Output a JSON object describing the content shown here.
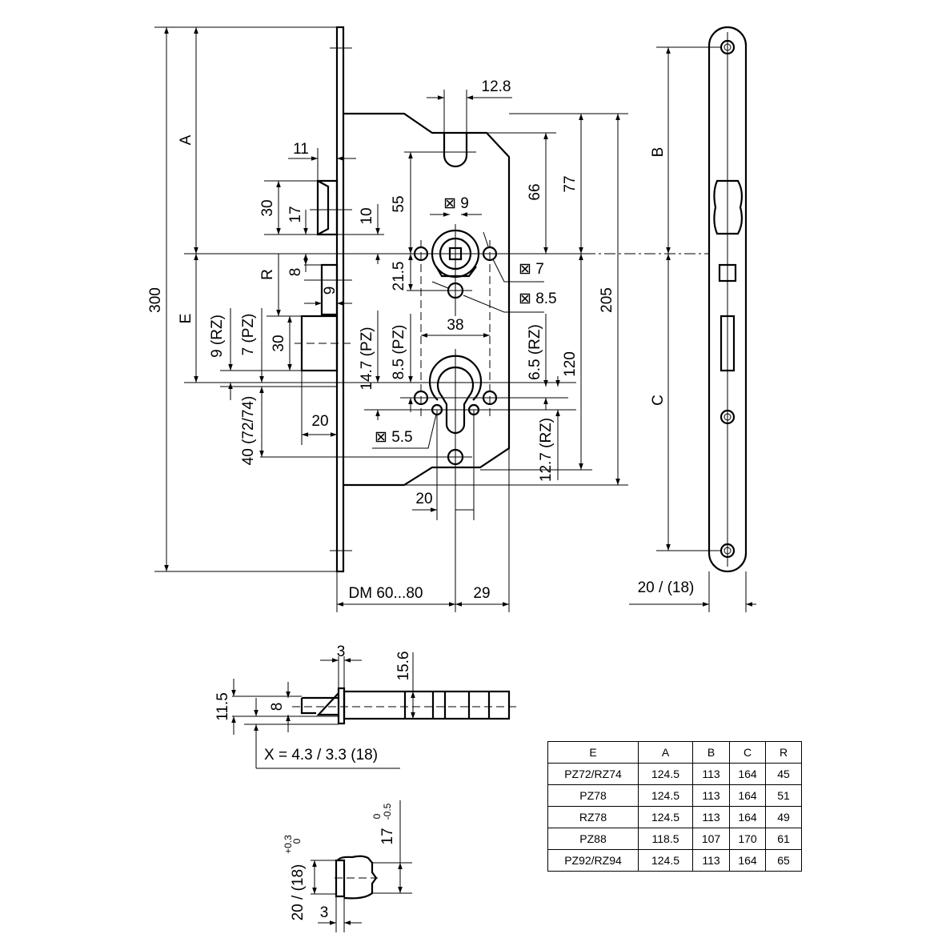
{
  "dims": {
    "h300": "300",
    "A": "A",
    "E": "E",
    "R": "R",
    "d11": "11",
    "d30a": "30",
    "d17": "17",
    "d10": "10",
    "d8": "8",
    "d9": "9",
    "d30b": "30",
    "rz9": "9 (RZ)",
    "pz7": "7 (PZ)",
    "d40": "40 (72/74)",
    "d20a": "20",
    "d12_8": "12.8",
    "d55": "55",
    "d21_5": "21.5",
    "dia9": "⊠ 9",
    "dia7": "⊠ 7",
    "dia8_5": "⊠ 8.5",
    "d38": "38",
    "pz14_7": "14.7 (PZ)",
    "pz8_5": "8.5 (PZ)",
    "dia5_5": "⊠ 5.5",
    "rz6_5": "6.5 (RZ)",
    "rz12_7": "12.7 (RZ)",
    "d66": "66",
    "d77": "77",
    "d205": "205",
    "d120": "120",
    "d20b": "20",
    "dm": "DM 60...80",
    "d29": "29",
    "B": "B",
    "C": "C",
    "fp": "20 / (18)"
  },
  "bolt_view": {
    "d3": "3",
    "d15_6": "15.6",
    "d11_5": "11.5",
    "d8": "8",
    "x_note": "X = 4.3 / 3.3 (18)"
  },
  "strike_view": {
    "d20": "20 / (18)",
    "tol_up": "+0.3",
    "tol_lo": "0",
    "d17": "17",
    "tol17_up": "0",
    "tol17_lo": "-0.5",
    "d3": "3"
  },
  "table": {
    "headers": [
      "E",
      "A",
      "B",
      "C",
      "R"
    ],
    "rows": [
      [
        "PZ72/RZ74",
        "124.5",
        "113",
        "164",
        "45"
      ],
      [
        "PZ78",
        "124.5",
        "113",
        "164",
        "51"
      ],
      [
        "RZ78",
        "124.5",
        "113",
        "164",
        "49"
      ],
      [
        "PZ88",
        "118.5",
        "107",
        "170",
        "61"
      ],
      [
        "PZ92/RZ94",
        "124.5",
        "113",
        "164",
        "65"
      ]
    ]
  }
}
